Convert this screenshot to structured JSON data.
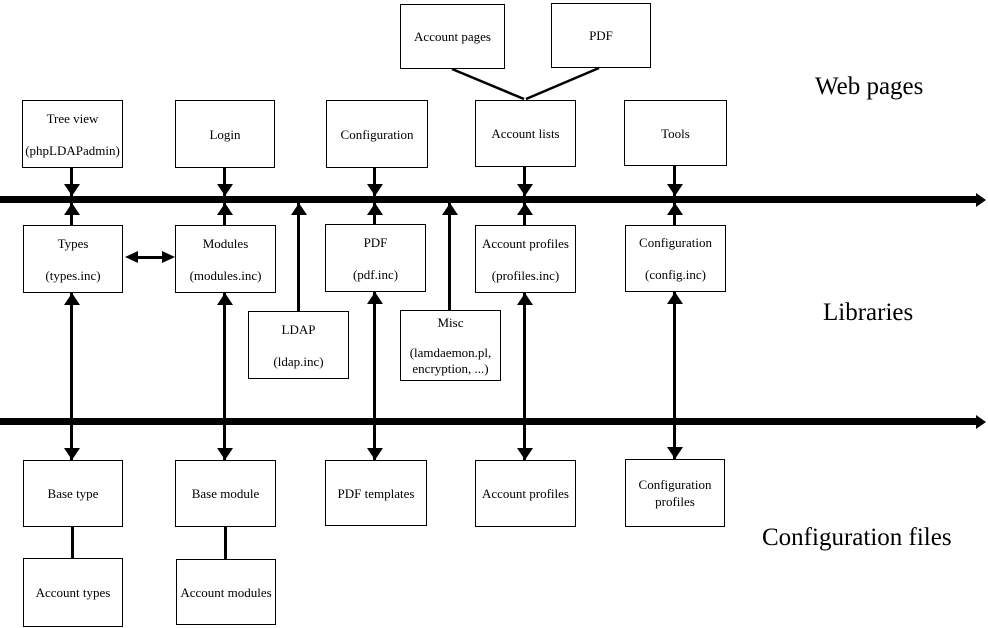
{
  "section_labels": {
    "web_pages": "Web pages",
    "libraries": "Libraries",
    "configuration_files": "Configuration files"
  },
  "boxes": {
    "account_pages": {
      "l1": "Account pages"
    },
    "pdf_top": {
      "l1": "PDF"
    },
    "tree_view": {
      "l1": "Tree view",
      "l2": "(phpLDAPadmin)"
    },
    "login": {
      "l1": "Login"
    },
    "configuration_web": {
      "l1": "Configuration"
    },
    "account_lists": {
      "l1": "Account lists"
    },
    "tools": {
      "l1": "Tools"
    },
    "types": {
      "l1": "Types",
      "l2": "(types.inc)"
    },
    "modules": {
      "l1": "Modules",
      "l2": "(modules.inc)"
    },
    "pdf_lib": {
      "l1": "PDF",
      "l2": "(pdf.inc)"
    },
    "account_profiles_lib": {
      "l1": "Account profiles",
      "l2": "(profiles.inc)"
    },
    "configuration_lib": {
      "l1": "Configuration",
      "l2": "(config.inc)"
    },
    "ldap": {
      "l1": "LDAP",
      "l2": "(ldap.inc)"
    },
    "misc": {
      "l1": "Misc",
      "l2": "(lamdaemon.pl,",
      "l3": "encryption, ...)"
    },
    "base_type": {
      "l1": "Base type"
    },
    "base_module": {
      "l1": "Base module"
    },
    "pdf_templates": {
      "l1": "PDF templates"
    },
    "account_profiles_files": {
      "l1": "Account profiles"
    },
    "configuration_profiles": {
      "l1": "Configuration",
      "l2": "profiles"
    },
    "account_types": {
      "l1": "Account types"
    },
    "account_modules": {
      "l1": "Account modules"
    }
  },
  "colors": {
    "line": "#000000",
    "box_border": "#000000",
    "background": "#ffffff"
  }
}
